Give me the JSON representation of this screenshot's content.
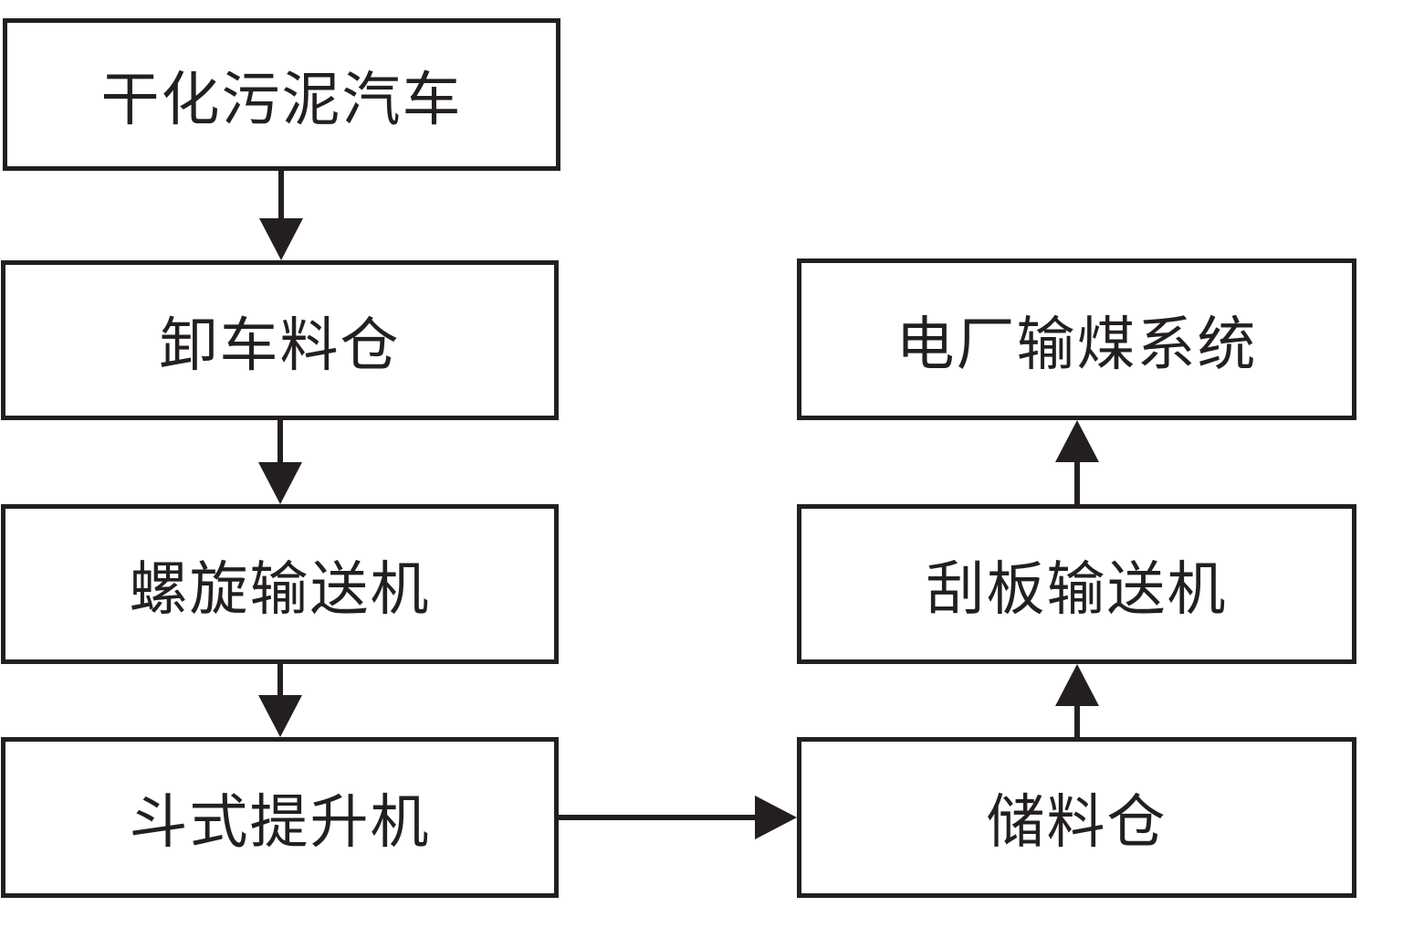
{
  "diagram": {
    "line_color": "#231f20",
    "nodes": [
      {
        "id": "n1",
        "label": "干化污泥汽车"
      },
      {
        "id": "n2",
        "label": "卸车料仓"
      },
      {
        "id": "n3",
        "label": "螺旋输送机"
      },
      {
        "id": "n4",
        "label": "斗式提升机"
      },
      {
        "id": "n5",
        "label": "电厂输煤系统"
      },
      {
        "id": "n6",
        "label": "刮板输送机"
      },
      {
        "id": "n7",
        "label": "储料仓"
      }
    ],
    "edges": [
      {
        "from": "n1",
        "to": "n2"
      },
      {
        "from": "n2",
        "to": "n3"
      },
      {
        "from": "n3",
        "to": "n4"
      },
      {
        "from": "n4",
        "to": "n7"
      },
      {
        "from": "n7",
        "to": "n6"
      },
      {
        "from": "n6",
        "to": "n5"
      }
    ]
  }
}
